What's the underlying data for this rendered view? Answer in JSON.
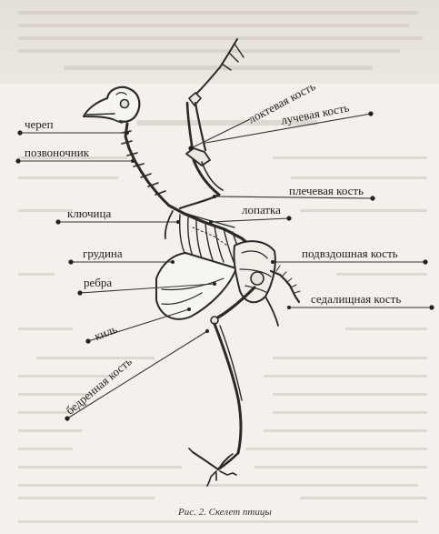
{
  "labels": {
    "skull": "череп",
    "ulna": "локтевая кость",
    "radius": "лучевая кость",
    "spine": "позвоночник",
    "humerus": "плечевая кость",
    "clavicle": "ключица",
    "scapula": "лопатка",
    "sternum": "грудина",
    "ilium": "подвздошная кость",
    "ribs": "ребра",
    "ischium": "седалищная кость",
    "keel": "киль",
    "femur": "бедренная кость"
  },
  "caption": "Рис. 2. Скелет птицы",
  "colors": {
    "paper": "#f4f1ec",
    "ink": "#1e1e1e"
  }
}
